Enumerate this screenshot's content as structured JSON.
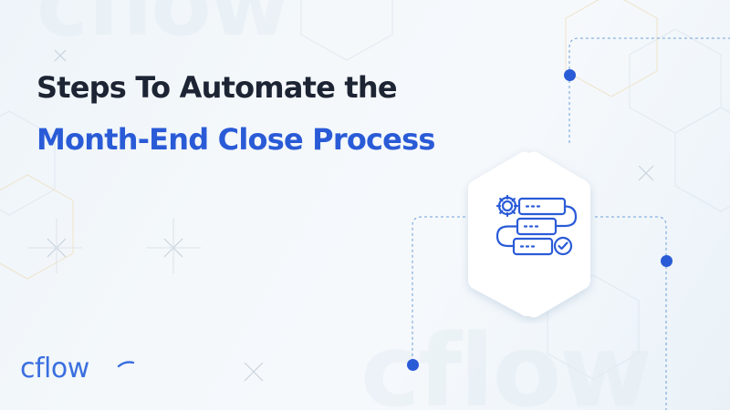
{
  "headline": {
    "line1": "Steps To Automate the",
    "line2": "Month-End Close Process"
  },
  "brand": {
    "logo_text": "cflow",
    "watermark_text": "cflow"
  },
  "icons": {
    "center": "workflow-automation-icon",
    "gear": "gear-icon",
    "check": "check-circle-icon"
  },
  "colors": {
    "title_dark": "#1d2433",
    "title_accent": "#2a5bd7",
    "dot": "#2a5bd7",
    "brand": "#3a6fe0",
    "icon_stroke": "#2a5bd7"
  }
}
